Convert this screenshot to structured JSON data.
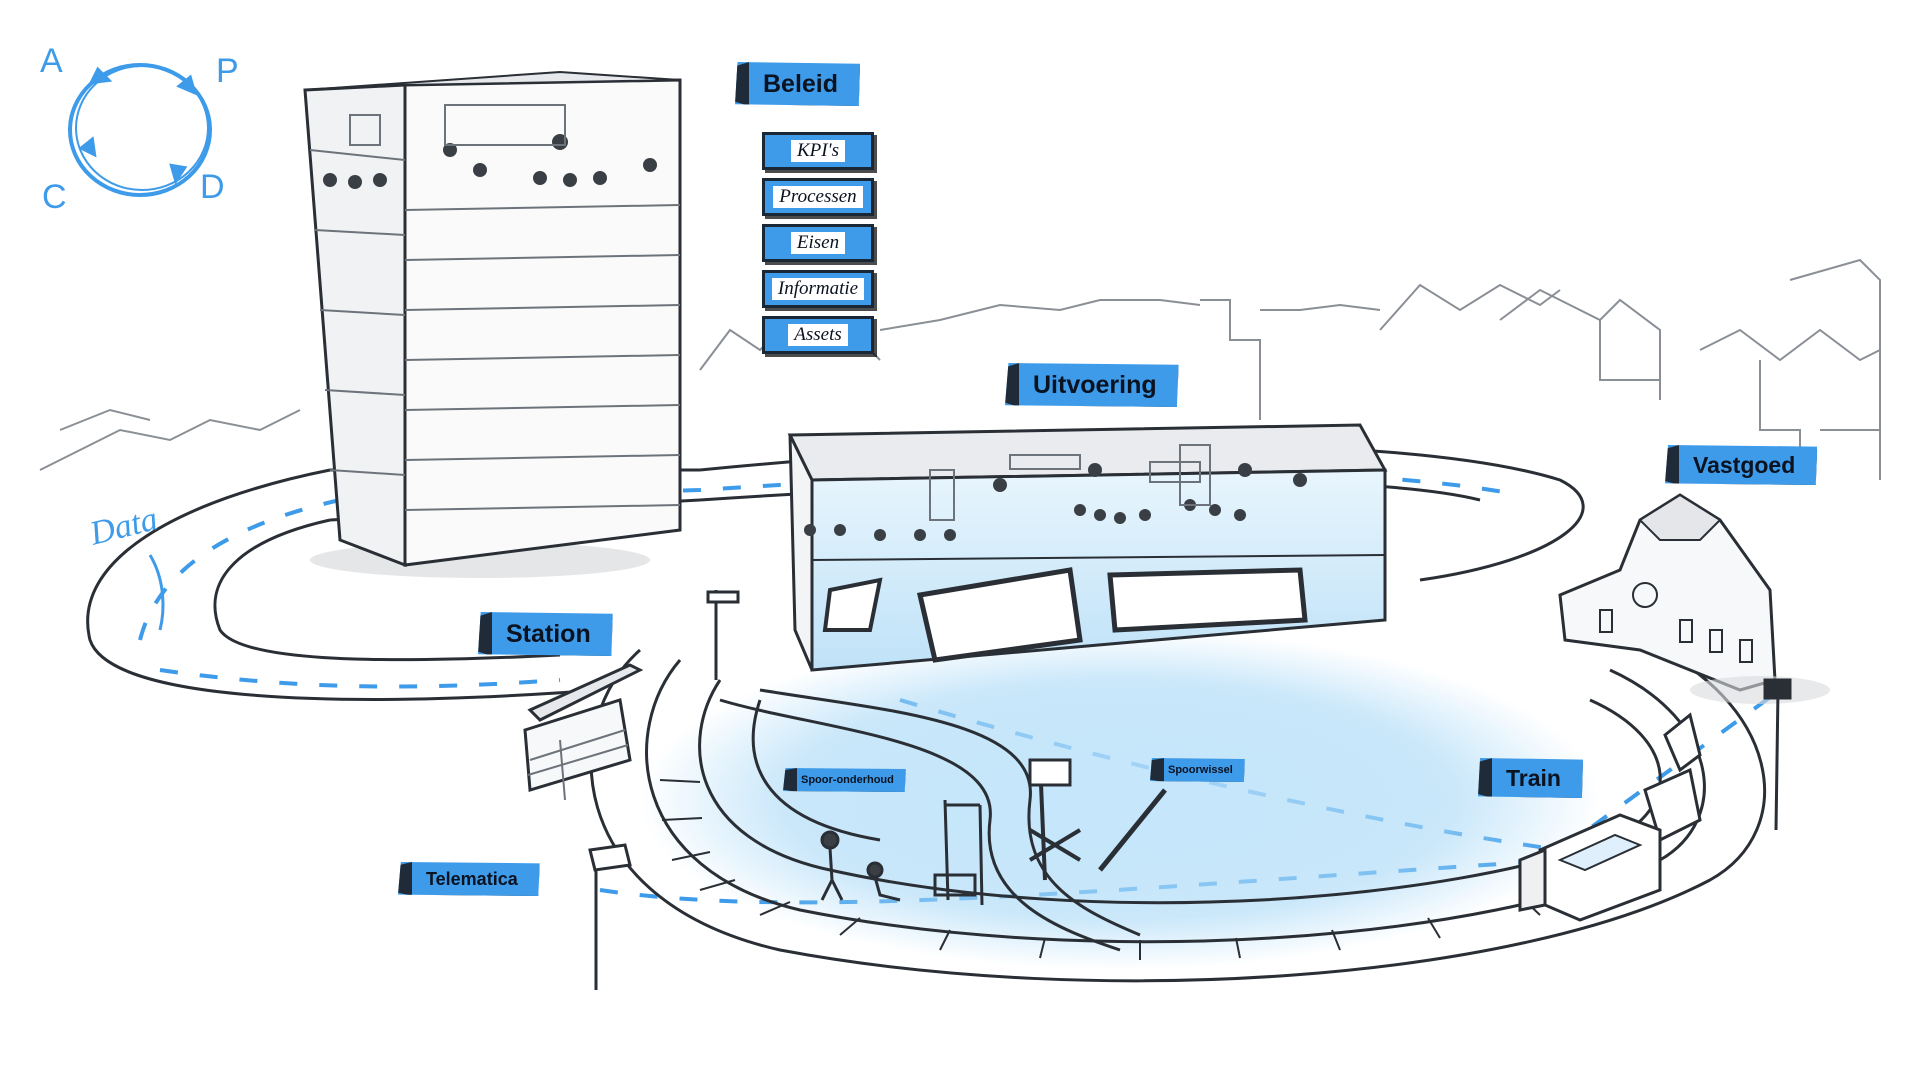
{
  "labels": {
    "beleid": "Beleid",
    "uitvoering": "Uitvoering",
    "vastgoed": "Vastgoed",
    "station": "Station",
    "train": "Train",
    "telematica": "Telematica",
    "spoor_onderhoud": "Spoor-onderhoud",
    "spoorwissel": "Spoorwissel"
  },
  "beleid_items": [
    "KPI's",
    "Processen",
    "Eisen",
    "Informatie",
    "Assets"
  ],
  "pdca": {
    "a": "A",
    "p": "P",
    "c": "C",
    "d": "D"
  },
  "data_label": "Data",
  "colors": {
    "accent": "#3d9be9",
    "ink": "#2a2f36",
    "dark": "#1f2b38"
  }
}
